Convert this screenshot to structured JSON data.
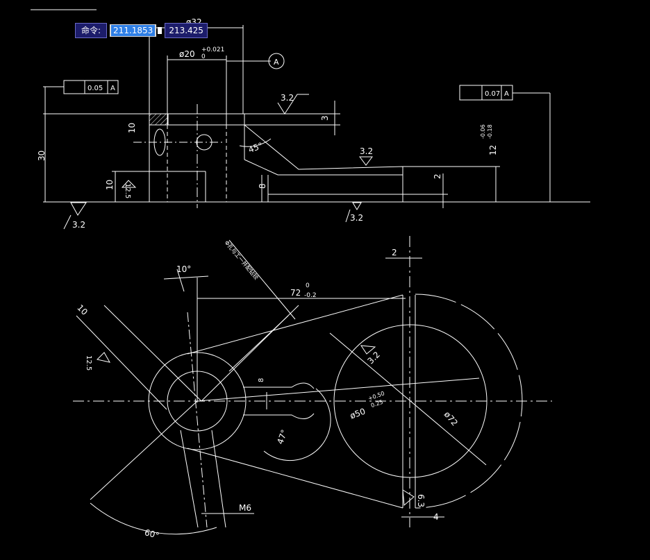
{
  "command_input": {
    "label": "命令:",
    "x_value": "211.1853",
    "y_value": "213.425"
  },
  "drawing": {
    "front_view": {
      "dia_outer": "ø32",
      "dia_bore": "ø20",
      "dia_bore_tol_upper": "+0.021",
      "dia_bore_tol_lower": "0",
      "datum": "A",
      "perp_left_tol": "0.05",
      "perp_left_datum": "A",
      "perp_right_tol": "0.07",
      "perp_right_datum": "A",
      "rough_top": "3.2",
      "rough_mid": "3.2",
      "rough_bottom_left": "3.2",
      "rough_bottom_mid": "3.2",
      "rough_bore": "12.5",
      "dim_3": "3",
      "dim_10_top": "10",
      "dim_30": "30",
      "dim_10_bottom": "10",
      "dim_8": "8",
      "dim_2": "2",
      "dim_12": "12",
      "dim_12_tol_upper": "-0.06",
      "dim_12_tol_lower": "-0.18",
      "angle_45": "45°"
    },
    "top_view": {
      "note": "Φ孔与工一并配钻铰",
      "angle_10": "10°",
      "dim_10": "10",
      "dim_72": "72",
      "dim_72_tol_upper": "0",
      "dim_72_tol_lower": "-0.2",
      "dim_2": "2",
      "rough_left": "12.5",
      "rough_right": "3.2",
      "dim_8": "8",
      "dia_50": "ø50",
      "dia_50_tol_upper": "+0.50",
      "dia_50_tol_lower": "0.25",
      "dia_72": "ø72",
      "angle_47": "47°",
      "rough_bottom": "6.3",
      "thread": "M6",
      "dim_4": "4",
      "angle_60": "60°"
    }
  }
}
